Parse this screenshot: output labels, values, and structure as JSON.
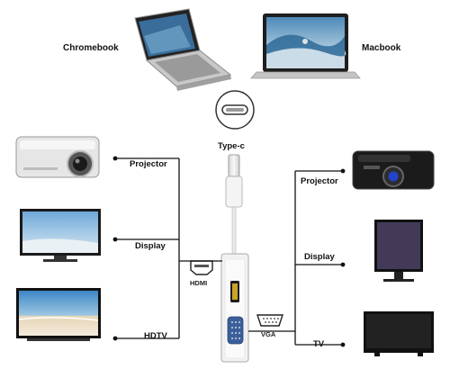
{
  "devices_top": {
    "chromebook": "Chromebook",
    "macbook": "Macbook"
  },
  "adapter": {
    "connector_label": "Type-c",
    "hdmi_label": "HDMI",
    "vga_label": "VGA"
  },
  "hdmi_outputs": {
    "projector": "Projector",
    "display": "Display",
    "hdtv": "HDTV"
  },
  "vga_outputs": {
    "projector": "Projector",
    "display": "Display",
    "tv": "TV"
  },
  "colors": {
    "line": "#111111",
    "adapter_body": "#f2f2f2",
    "hdmi_port": "#c9a227",
    "vga_port": "#3b5f9a"
  }
}
